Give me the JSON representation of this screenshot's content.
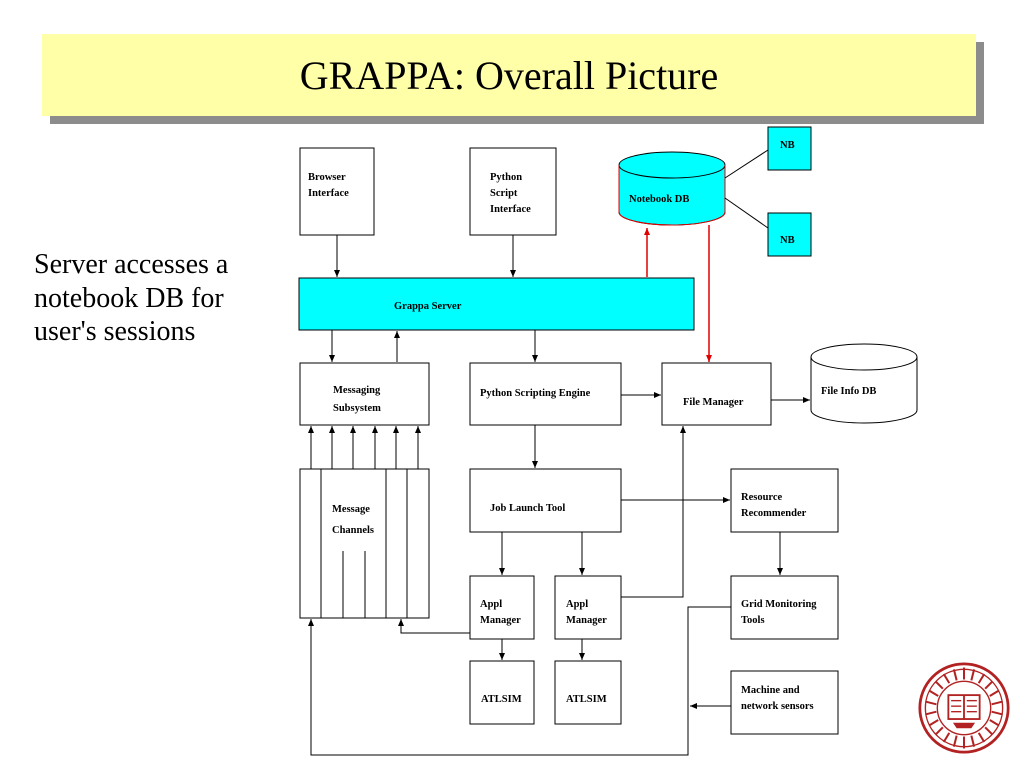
{
  "title": "GRAPPA: Overall Picture",
  "caption": [
    "Server accesses a",
    "notebook DB for",
    "user's sessions"
  ],
  "diagram": {
    "browser_interface": [
      "Browser",
      "Interface"
    ],
    "python_script_interface": [
      "Python",
      "Script",
      "Interface"
    ],
    "notebook_db": "Notebook DB",
    "nb_top": "NB",
    "nb_bottom": "NB",
    "grappa_server": "Grappa Server",
    "messaging_subsystem": [
      "Messaging",
      "Subsystem"
    ],
    "python_scripting_engine": "Python Scripting Engine",
    "file_manager": "File Manager",
    "file_info_db": "File Info DB",
    "message_channels": [
      "Message",
      "Channels"
    ],
    "job_launch_tool": "Job Launch Tool",
    "resource_recommender": [
      "Resource",
      "Recommender"
    ],
    "appl_manager_1": [
      "Appl",
      "Manager"
    ],
    "appl_manager_2": [
      "Appl",
      "Manager"
    ],
    "grid_monitoring_tools": [
      "Grid Monitoring",
      "Tools"
    ],
    "atlsim_1": "ATLSIM",
    "atlsim_2": "ATLSIM",
    "machine_network_sensors": [
      "Machine and",
      "network sensors"
    ]
  },
  "colors": {
    "title_bg": "#ffffa8",
    "cyan": "#00ffff",
    "red_arrow": "#e00000",
    "seal": "#b22222"
  },
  "icons": {
    "seal": "university-seal-icon"
  }
}
